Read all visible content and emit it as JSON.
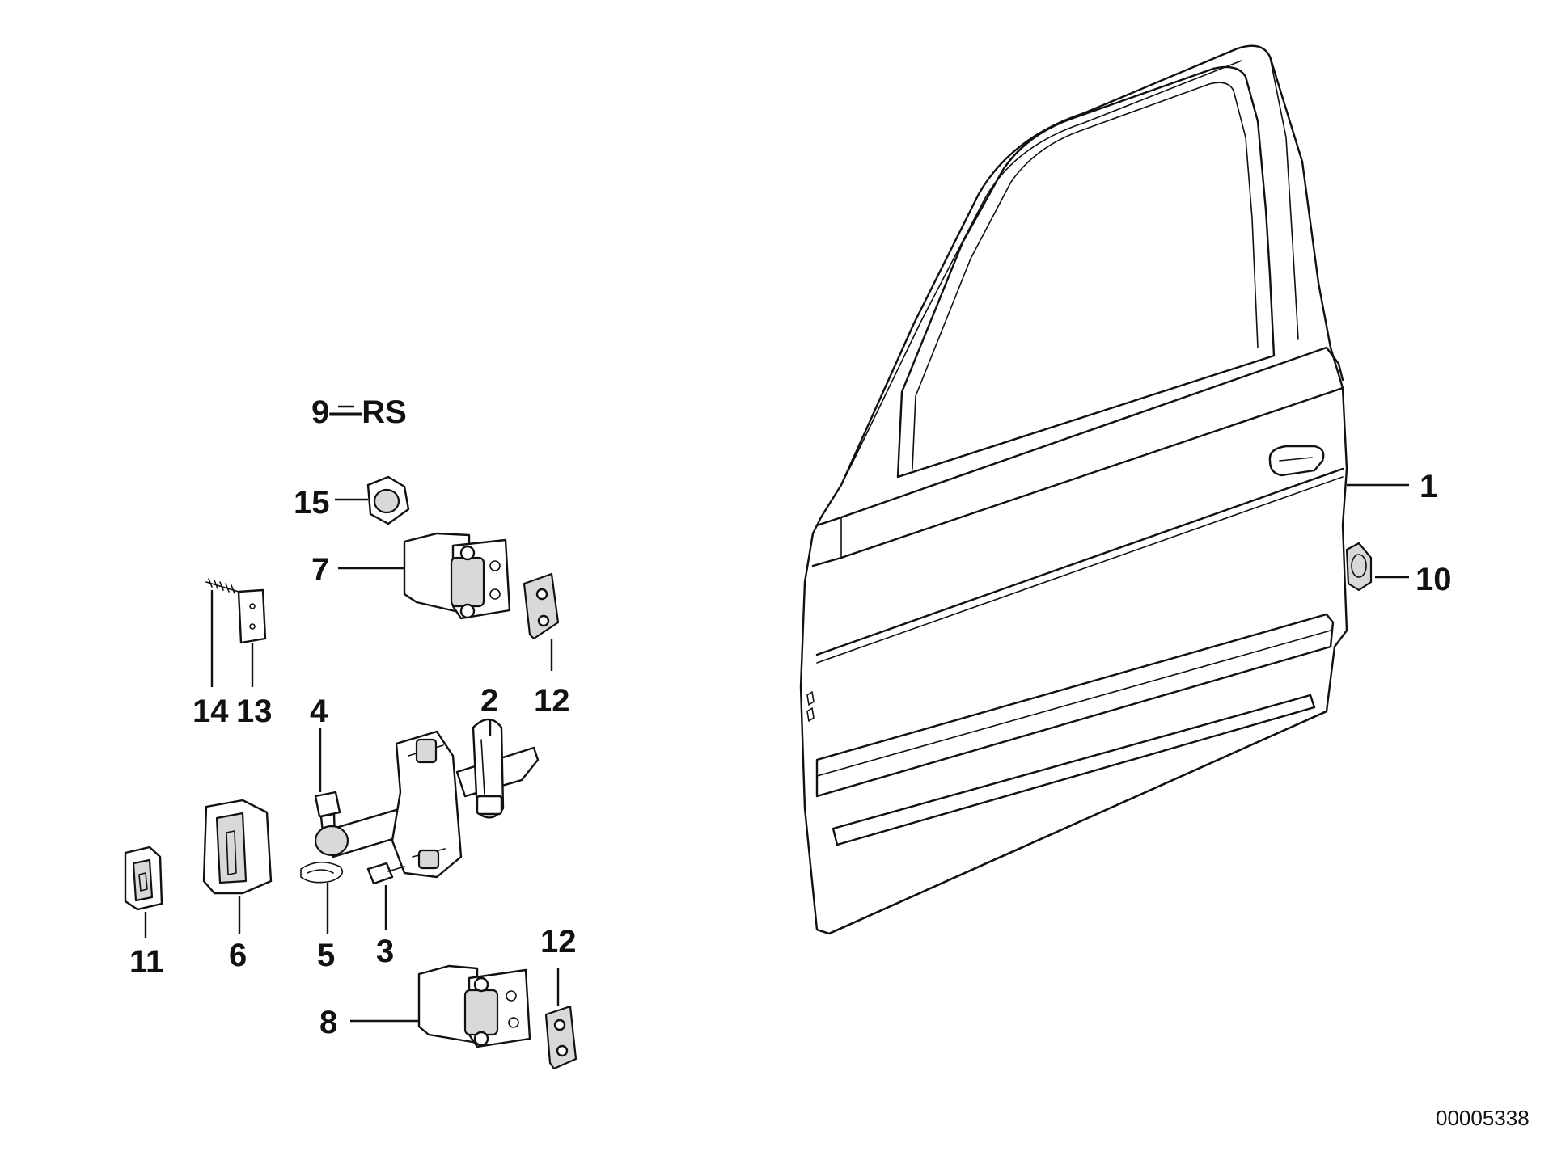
{
  "header": {
    "variant_label": "9—RS"
  },
  "callouts": {
    "c1": "1",
    "c2": "2",
    "c3": "3",
    "c4": "4",
    "c5": "5",
    "c6": "6",
    "c7": "7",
    "c8": "8",
    "c10": "10",
    "c11": "11",
    "c12a": "12",
    "c12b": "12",
    "c13": "13",
    "c14": "14",
    "c15": "15"
  },
  "footer": {
    "drawing_number": "00005338"
  }
}
